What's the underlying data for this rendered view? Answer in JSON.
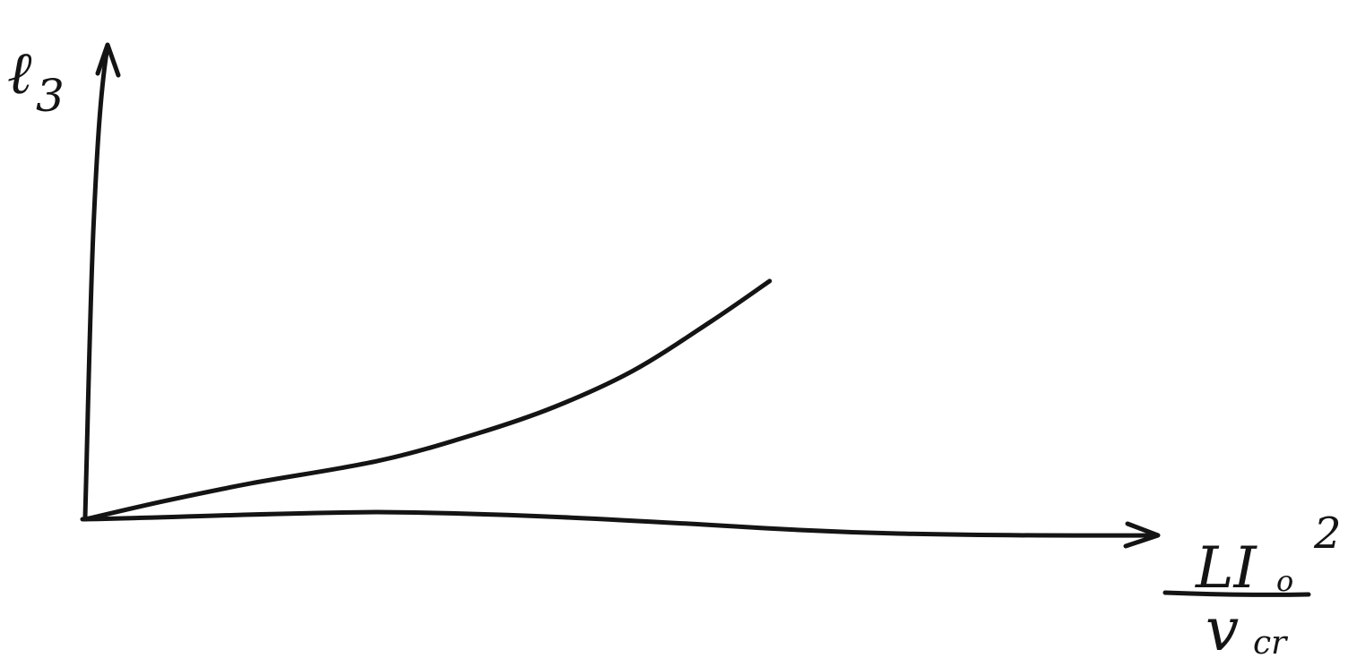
{
  "chart_data": {
    "type": "line",
    "ylabel": {
      "symbol": "ℓ",
      "subscript": "3"
    },
    "xlabel": {
      "numerator": "LI",
      "numerator_subscript": "o",
      "superscript": "2",
      "denominator": "v",
      "denominator_subscript": "cr"
    },
    "xlim": [
      0,
      1
    ],
    "ylim": [
      0,
      1
    ],
    "grid": false,
    "legend": "none",
    "series": [
      {
        "x": [
          0,
          0.08,
          0.17,
          0.3,
          0.4,
          0.48,
          0.56,
          0.64,
          0.7
        ],
        "y": [
          0,
          0.04,
          0.08,
          0.13,
          0.19,
          0.25,
          0.33,
          0.44,
          0.53
        ]
      }
    ],
    "colors": {
      "ink": "#141414"
    }
  }
}
